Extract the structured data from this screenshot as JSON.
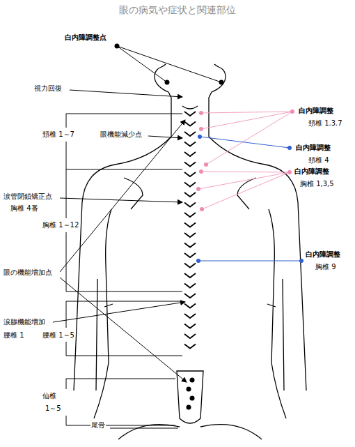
{
  "diagram": {
    "title": "眼の病気や症状と関連部位",
    "labels": [
      "白内障調整点",
      "視力回復",
      "頚椎 1～7",
      "眼機能減少点",
      "涙管閉鎖矯正点",
      "胸椎 4番",
      "胸椎 1～12",
      "眼の機能増加点",
      "涙腺機能増加",
      "腰椎 1",
      "腰椎 1～5",
      "仙椎",
      "1～5",
      "尾骨",
      "白内障調整",
      "頚椎 1.3.7",
      "白内障調整",
      "頚椎 4",
      "白内障調整",
      "胸椎 1,3,5",
      "白内障調整",
      "胸椎 9"
    ]
  }
}
